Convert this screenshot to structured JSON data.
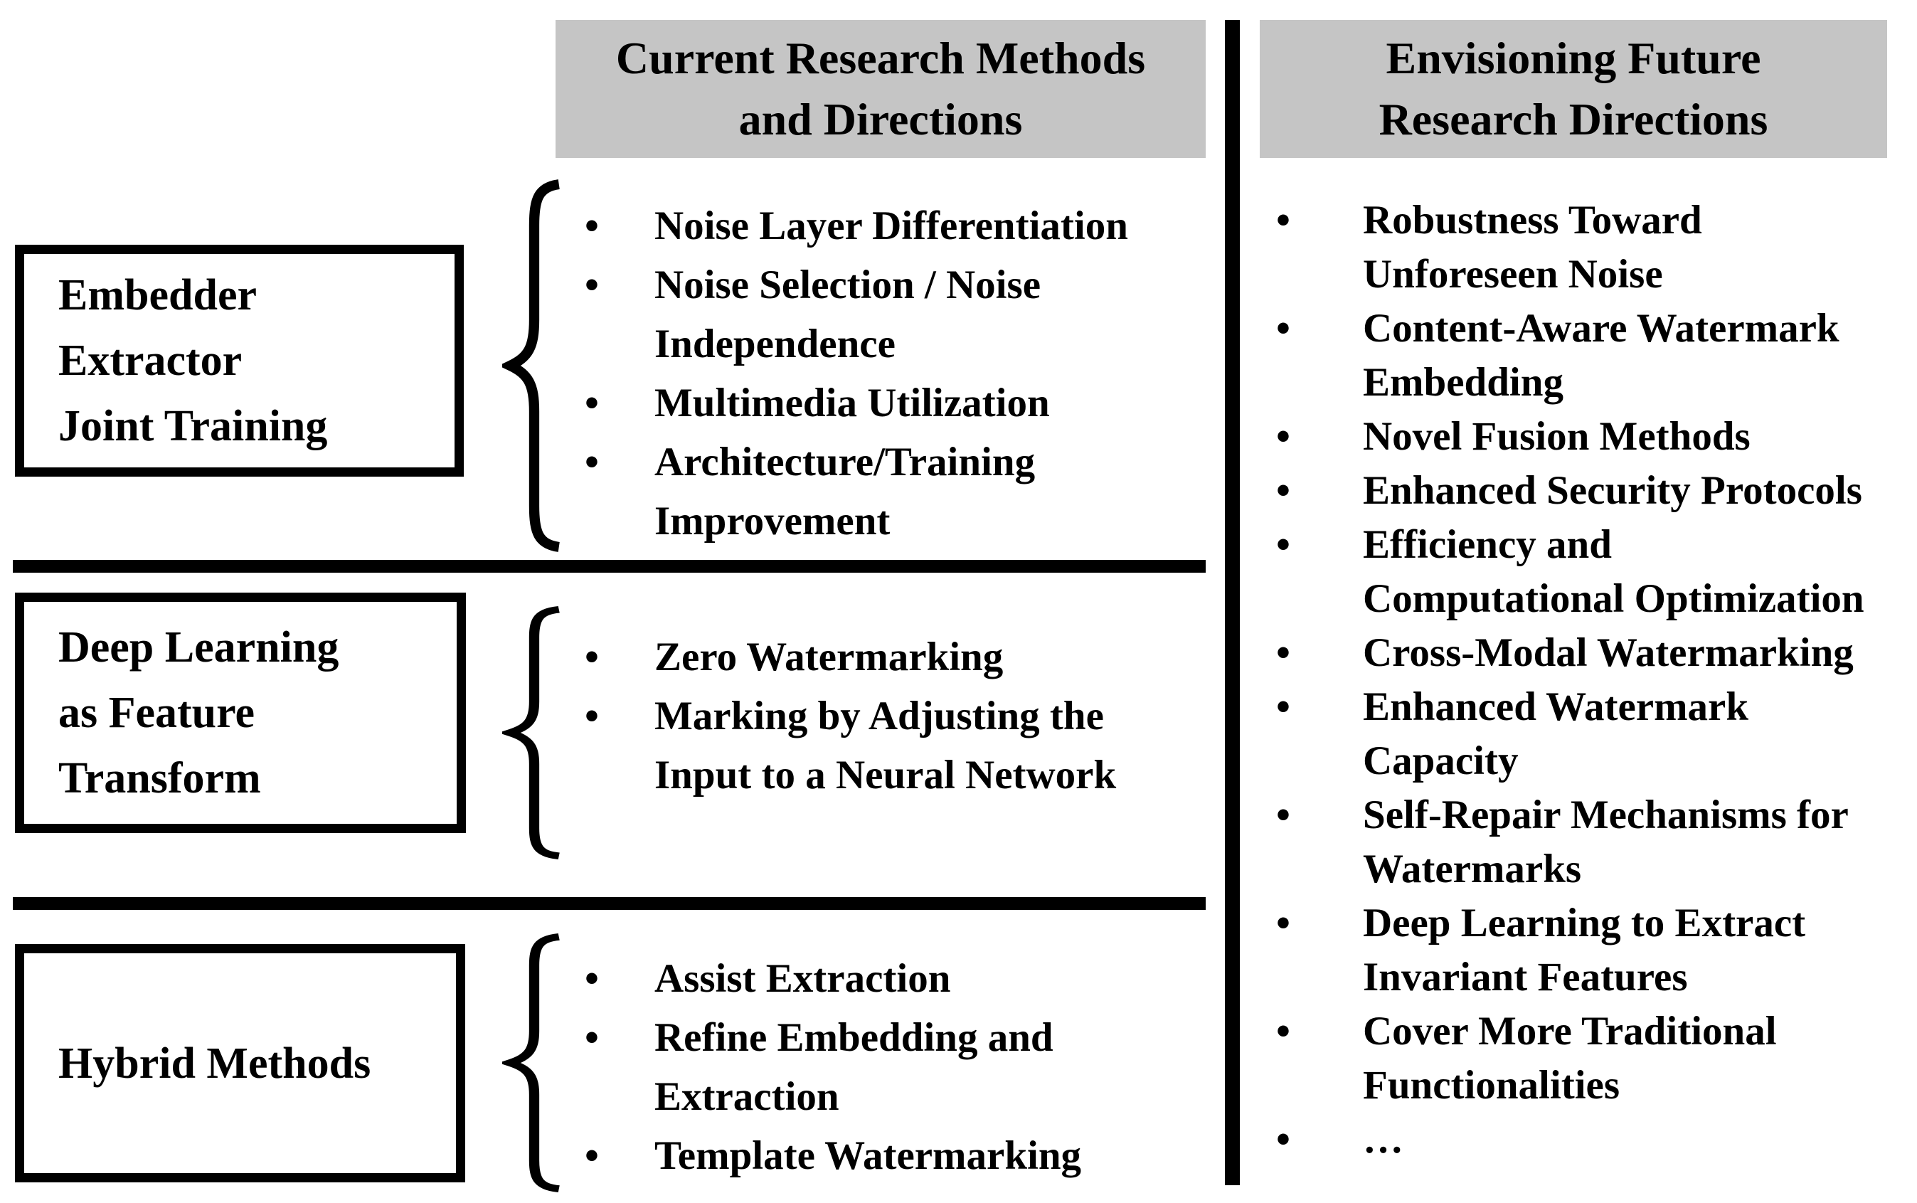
{
  "headers": {
    "current": "Current Research Methods\nand Directions",
    "future": "Envisioning Future\nResearch Directions"
  },
  "sections": [
    {
      "box_label": "Embedder\nExtractor\nJoint Training",
      "items": [
        "Noise Layer Differentiation",
        "Noise Selection / Noise\nIndependence",
        "Multimedia Utilization",
        "Architecture/Training\nImprovement"
      ]
    },
    {
      "box_label": "Deep Learning\nas Feature\nTransform",
      "items": [
        "Zero Watermarking",
        "Marking by Adjusting the\nInput to a Neural Network"
      ]
    },
    {
      "box_label": "Hybrid Methods",
      "items": [
        "Assist Extraction",
        "Refine Embedding and\nExtraction",
        "Template Watermarking"
      ]
    }
  ],
  "future": {
    "items": [
      "Robustness Toward\nUnforeseen Noise",
      "Content-Aware Watermark\nEmbedding",
      "Novel Fusion Methods",
      "Enhanced Security Protocols",
      "Efficiency and\nComputational Optimization",
      "Cross-Modal Watermarking",
      "Enhanced Watermark\nCapacity",
      "Self-Repair Mechanisms for\nWatermarks",
      "Deep Learning to Extract\nInvariant Features",
      "Cover More Traditional\nFunctionalities",
      "…"
    ]
  },
  "bullet_glyph": "•",
  "colors": {
    "header_bg": "#c5c5c5",
    "ink": "#000000"
  }
}
